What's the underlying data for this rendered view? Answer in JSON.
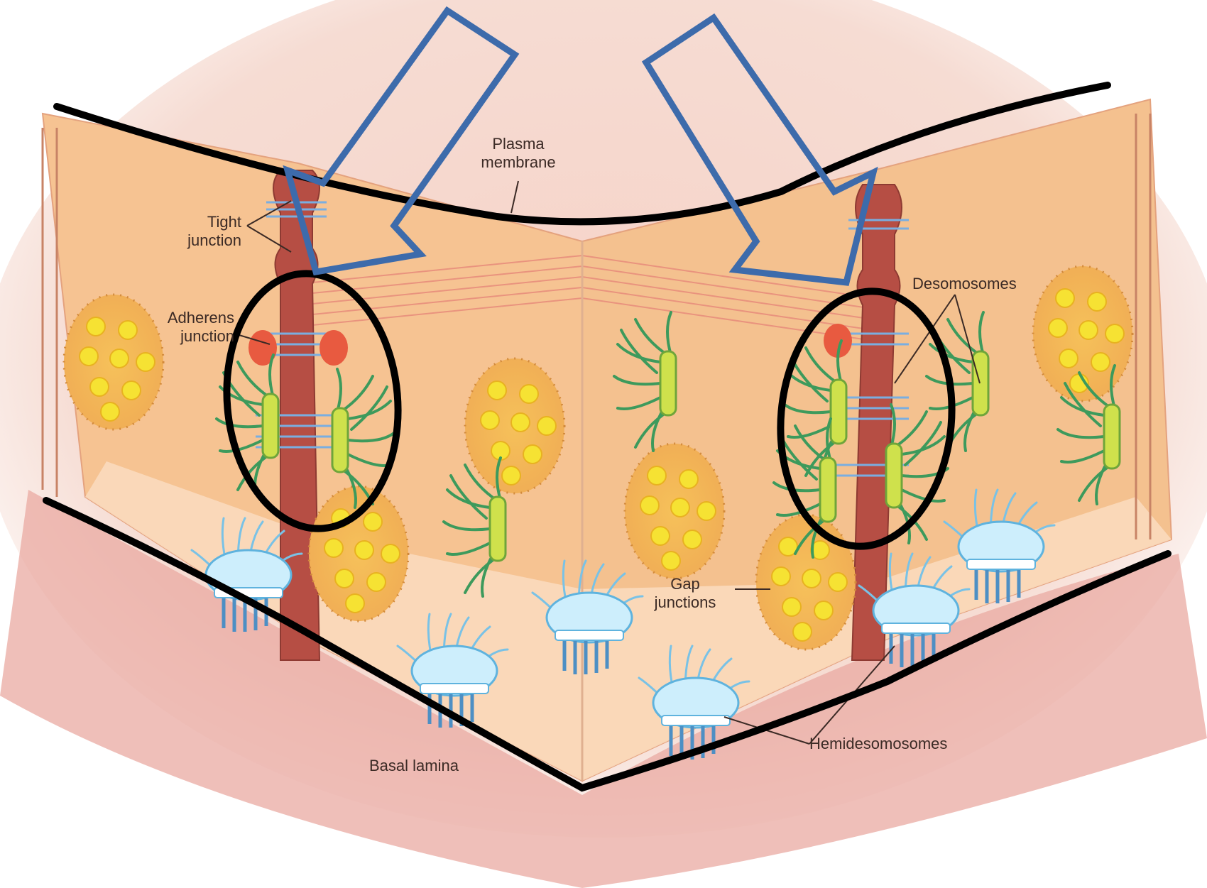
{
  "labels": {
    "plasma_membrane_line1": "Plasma",
    "plasma_membrane_line2": "membrane",
    "tight_junction_line1": "Tight",
    "tight_junction_line2": "junction",
    "adherens_junction_line1": "Adherens",
    "adherens_junction_line2": "junction",
    "desmosomes": "Desomosomes",
    "gap_junctions_line1": "Gap",
    "gap_junctions_line2": "junctions",
    "hemidesmosomes": "Hemidesomosomes",
    "basal_lamina": "Basal lamina"
  },
  "colors": {
    "cytoplasm": "#f6c391",
    "membrane_pink": "#e9a7a0",
    "junction_red": "#a6453d",
    "gap_junction_yellow": "#f2d24a",
    "desmosome_green": "#4fa86c",
    "hemidesmosome_blue": "#7fc6e8",
    "arrow_blue": "#3d6bab",
    "annotation_black": "#000000"
  }
}
